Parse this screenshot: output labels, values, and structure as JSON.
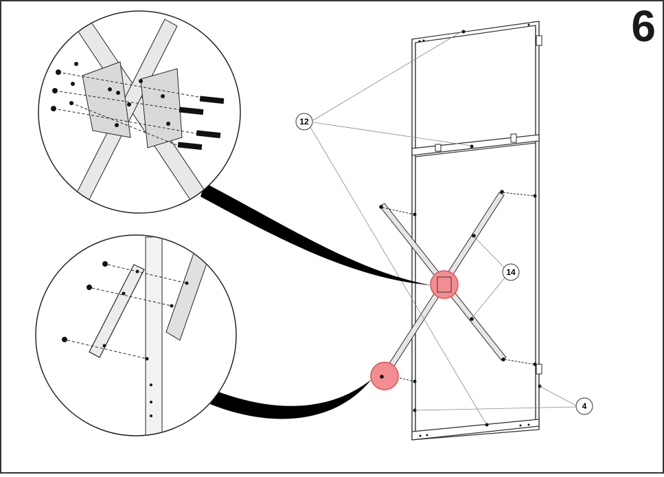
{
  "step": {
    "number": "6"
  },
  "callouts": {
    "c12": "12",
    "c14": "14",
    "c4": "4"
  },
  "colors": {
    "frame": "#2b2b2b",
    "highlight": "#e8494f",
    "highlight_fill": "#f28e91",
    "bar_fill": "#e6e6e6",
    "background": "#ffffff"
  }
}
